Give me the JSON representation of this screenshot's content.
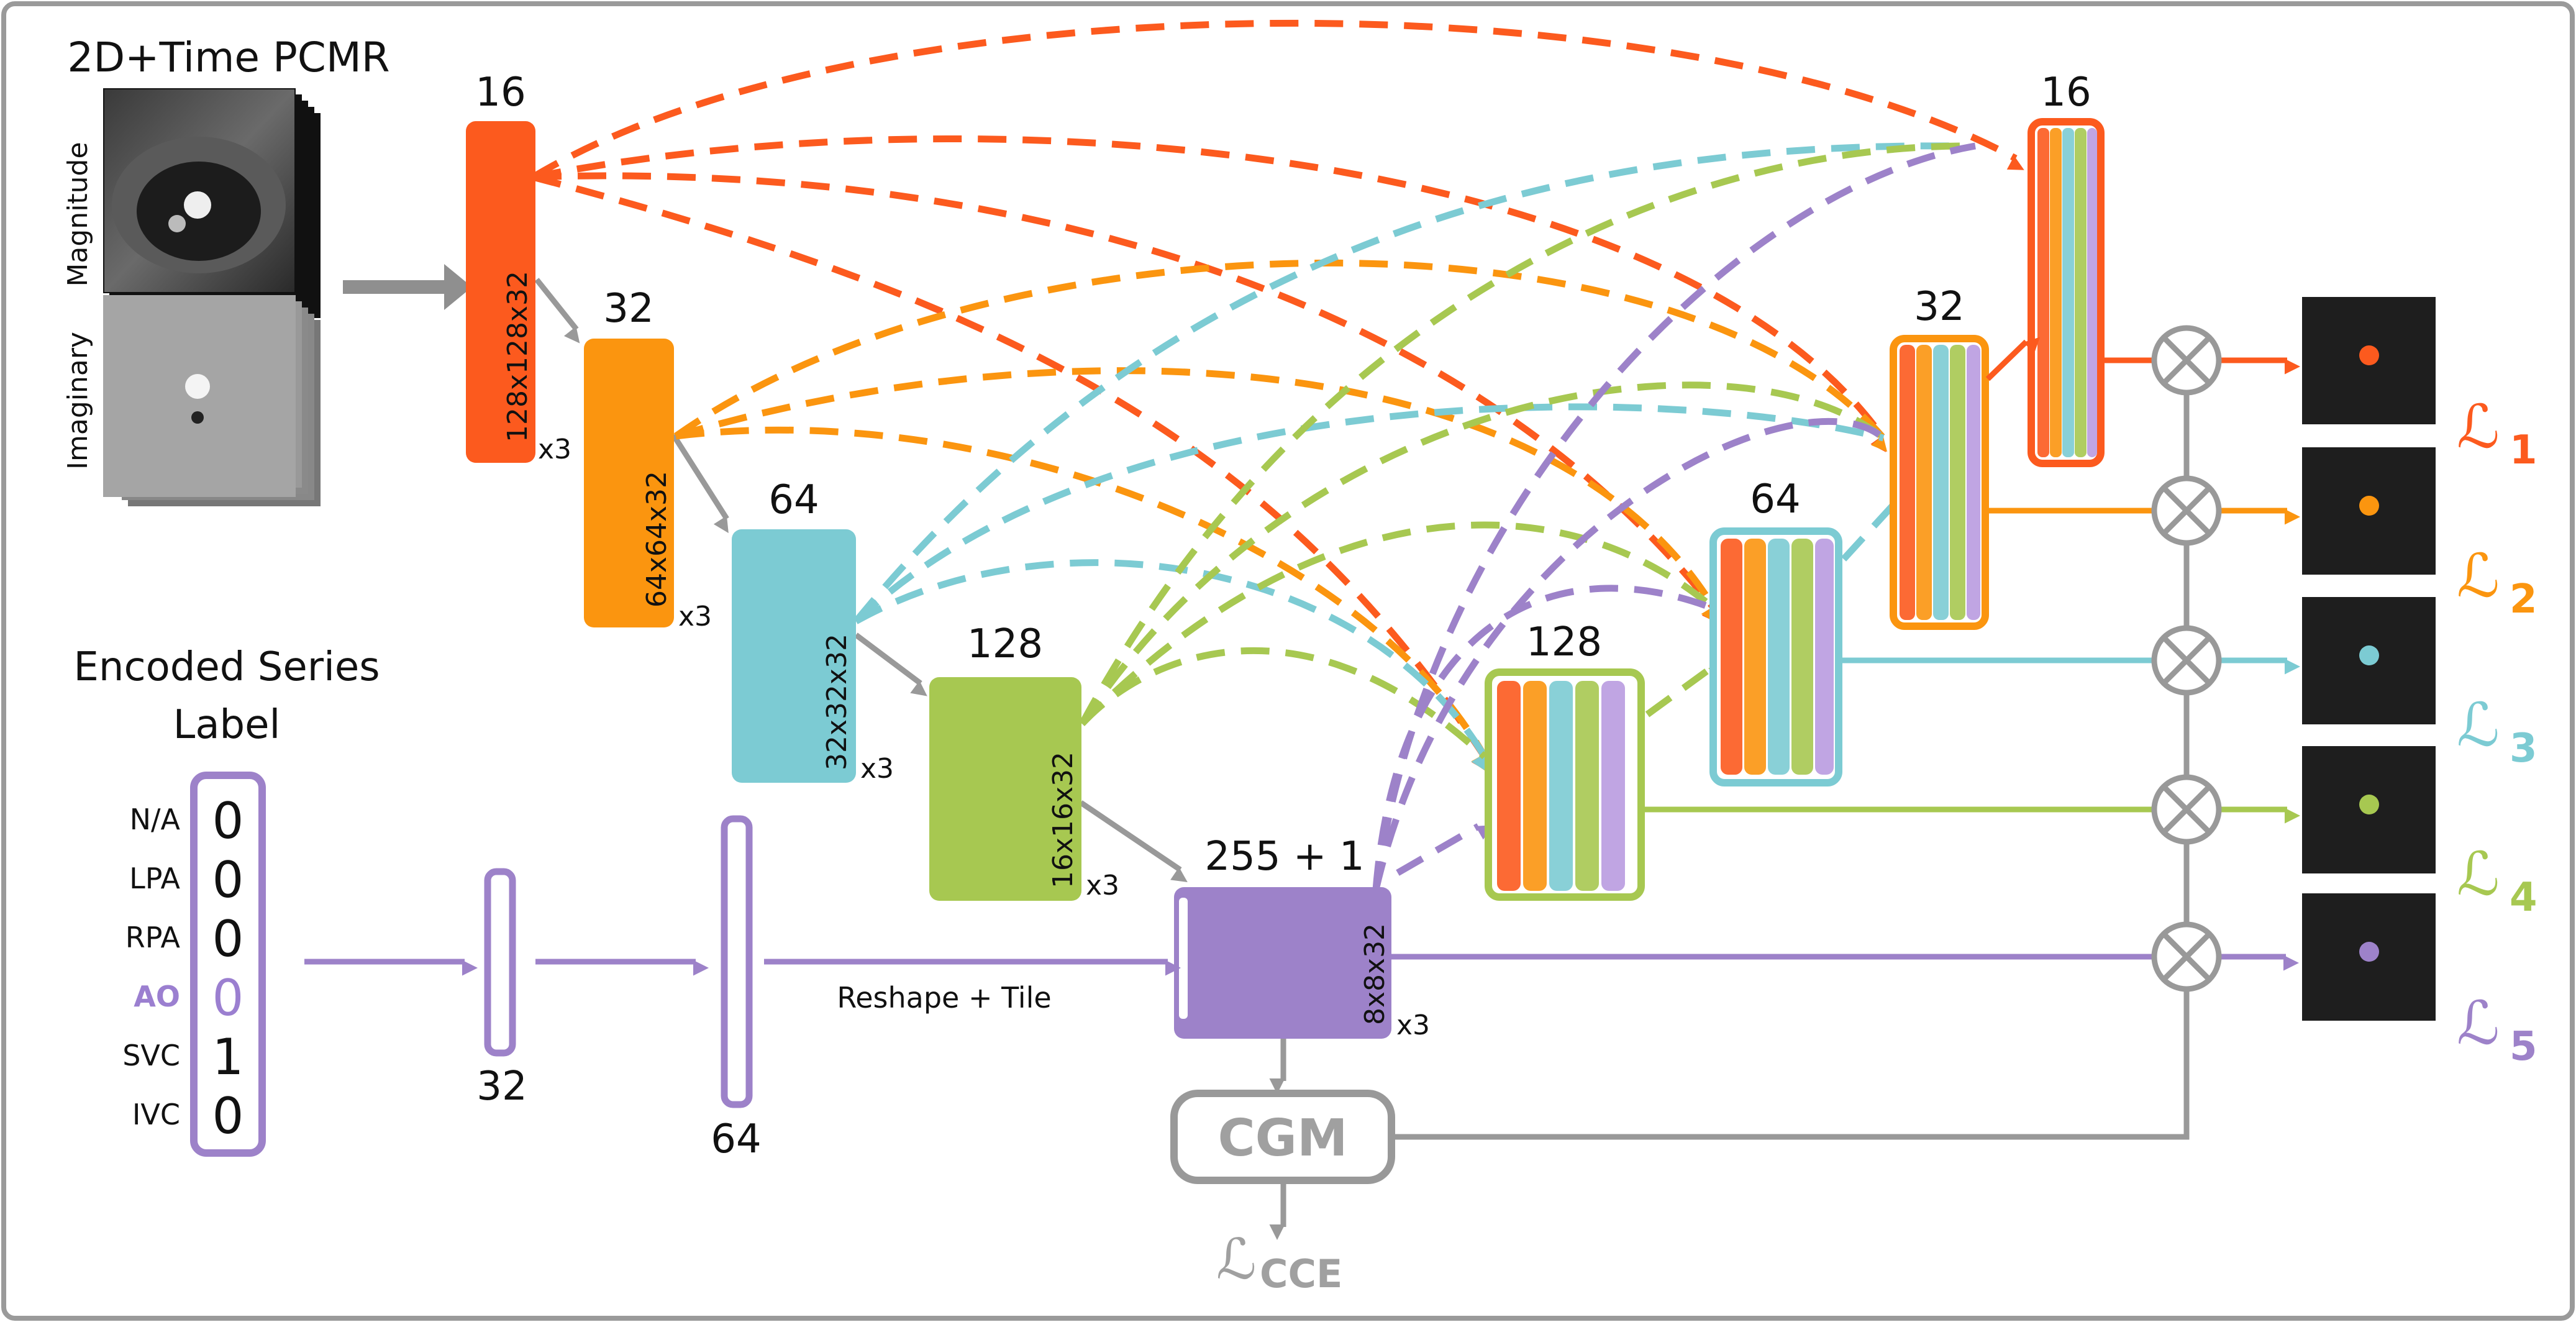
{
  "input": {
    "title": "2D+Time PCMR",
    "magnitude_label": "Magnitude",
    "imaginary_label": "Imaginary"
  },
  "series_label": {
    "title_line1": "Encoded Series",
    "title_line2": "Label",
    "rows": [
      {
        "name": "N/A",
        "value": "0"
      },
      {
        "name": "LPA",
        "value": "0"
      },
      {
        "name": "RPA",
        "value": "0"
      },
      {
        "name": "AO",
        "value": "0"
      },
      {
        "name": "SVC",
        "value": "1"
      },
      {
        "name": "IVC",
        "value": "0"
      }
    ],
    "highlight_color": "#9b7fd0"
  },
  "fc_layers": [
    "32",
    "64"
  ],
  "reshape_label": "Reshape + Tile",
  "encoder": [
    {
      "channels": "16",
      "dims": "128x128x32",
      "reps": "x3",
      "color": "#fc5a1e"
    },
    {
      "channels": "32",
      "dims": "64x64x32",
      "reps": "x3",
      "color": "#fb950f"
    },
    {
      "channels": "64",
      "dims": "32x32x32",
      "reps": "x3",
      "color": "#7ccbd3"
    },
    {
      "channels": "128",
      "dims": "16x16x32",
      "reps": "x3",
      "color": "#a7c851"
    }
  ],
  "bottleneck": {
    "channels": "255 + 1",
    "dims": "8x8x32",
    "reps": "x3",
    "color": "#9d82c9"
  },
  "decoder": [
    {
      "channels": "128"
    },
    {
      "channels": "64"
    },
    {
      "channels": "32"
    },
    {
      "channels": "16"
    }
  ],
  "cgm_label": "CGM",
  "loss_cce": {
    "symbol": "ℒ",
    "sub": "CCE",
    "color": "#a0a0a0"
  },
  "losses": [
    {
      "symbol": "ℒ",
      "sub": "1",
      "color": "#fc5a1e"
    },
    {
      "symbol": "ℒ",
      "sub": "2",
      "color": "#fb950f"
    },
    {
      "symbol": "ℒ",
      "sub": "3",
      "color": "#7ccbd3"
    },
    {
      "symbol": "ℒ",
      "sub": "4",
      "color": "#a7c851"
    },
    {
      "symbol": "ℒ",
      "sub": "5",
      "color": "#9d82c9"
    }
  ],
  "colors": {
    "orange_red": "#fc5a1e",
    "orange": "#fb950f",
    "cyan": "#7ccbd3",
    "green": "#a7c851",
    "purple": "#9d82c9",
    "gray": "#999999",
    "output_bg": "#1e1e1e"
  }
}
